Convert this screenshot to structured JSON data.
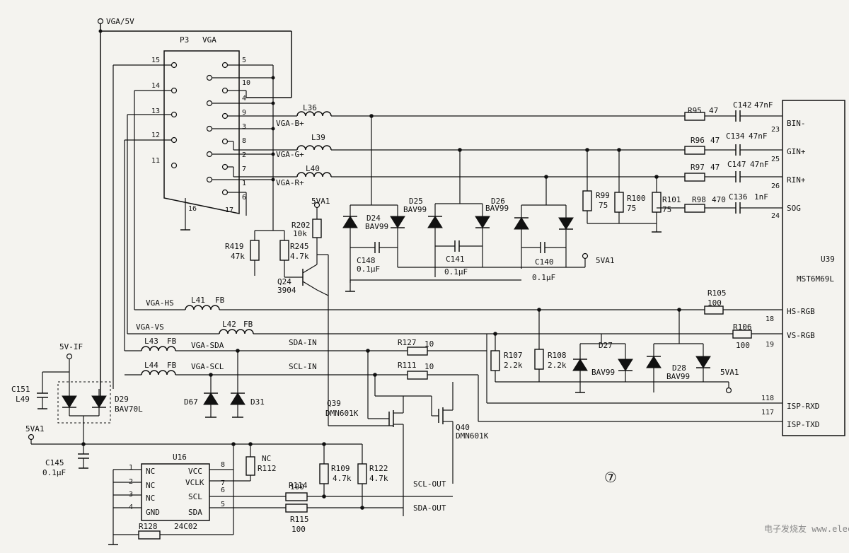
{
  "power": {
    "vga5v": "VGA/5V",
    "fiveVIF": "5V-IF",
    "fiveVA1_left": "5VA1",
    "fiveVA1_q24": "5VA1",
    "fiveVA1_mid": "5VA1",
    "fiveVA1_right": "5VA1"
  },
  "connector": {
    "ref": "P3",
    "name": "VGA",
    "pins_left": [
      "15",
      "14",
      "13",
      "12",
      "11"
    ],
    "pins_right": [
      "5",
      "10",
      "4",
      "9",
      "3",
      "8",
      "2",
      "7",
      "1",
      "6"
    ],
    "pin16": "16",
    "pin17": "17"
  },
  "nets": {
    "vga_b": "VGA-B+",
    "vga_g": "VGA-G+",
    "vga_r": "VGA-R+",
    "vga_hs": "VGA-HS",
    "vga_vs": "VGA-VS",
    "vga_sda": "VGA-SDA",
    "vga_scl": "VGA-SCL",
    "sda_in": "SDA-IN",
    "scl_in": "SCL-IN",
    "scl_out": "SCL-OUT",
    "sda_out": "SDA-OUT"
  },
  "inductors": {
    "l36": "L36",
    "l39": "L39",
    "l40": "L40",
    "l41": "L41",
    "l42": "L42",
    "l43": "L43",
    "l44": "L44",
    "fb": "FB"
  },
  "resistors": {
    "r95": "R95",
    "r95_val": "47",
    "r96": "R96",
    "r96_val": "47",
    "r97": "R97",
    "r97_val": "47",
    "r98": "R98",
    "r98_val": "470",
    "r99": "R99",
    "r99_val": "75",
    "r100": "R100",
    "r100_val": "75",
    "r101": "R101",
    "r101_val": "75",
    "r105": "R105",
    "r105_val": "100",
    "r106": "R106",
    "r106_val": "100",
    "r107": "R107",
    "r107_val": "2.2k",
    "r108": "R108",
    "r108_val": "2.2k",
    "r127": "R127",
    "r127_val": "10",
    "r111": "R111",
    "r111_val": "10",
    "r202": "R202",
    "r202_val": "10k",
    "r245": "R245",
    "r245_val": "4.7k",
    "r419": "R419",
    "r419_val": "47k",
    "r112": "R112",
    "r112_nc": "NC",
    "r109": "R109",
    "r109_val": "4.7k",
    "r122": "R122",
    "r122_val": "4.7k",
    "r114": "R114",
    "r114_val": "100",
    "r115": "R115",
    "r115_val": "100",
    "r128": "R128"
  },
  "capacitors": {
    "c142": "C142",
    "c142_val": "47nF",
    "c134": "C134",
    "c134_val": "47nF",
    "c147": "C147",
    "c147_val": "47nF",
    "c136": "C136",
    "c136_val": "1nF",
    "c148": "C148",
    "c141": "C141",
    "c140": "C140",
    "cap_01u": "0.1μF",
    "c151": "C151",
    "l49": "L49",
    "c145": "C145"
  },
  "diodes": {
    "d24": "D24",
    "d25": "D25",
    "d26": "D26",
    "d27": "D27",
    "d28": "D28",
    "bav99": "BAV99",
    "d29": "D29",
    "bav70l": "BAV70L",
    "d67": "D67",
    "d31": "D31"
  },
  "transistors": {
    "q24": "Q24",
    "q24_part": "3904",
    "q39": "Q39",
    "q40": "Q40",
    "dmn": "DMN601K"
  },
  "u39": {
    "ref": "U39",
    "part": "MST6M69L",
    "pins": [
      {
        "name": "BIN-",
        "num": "23"
      },
      {
        "name": "GIN+",
        "num": "25"
      },
      {
        "name": "RIN+",
        "num": "26"
      },
      {
        "name": "SOG",
        "num": "24"
      },
      {
        "name": "HS-RGB",
        "num": "18"
      },
      {
        "name": "VS-RGB",
        "num": "19"
      },
      {
        "name": "ISP-RXD",
        "num": "118"
      },
      {
        "name": "ISP-TXD",
        "num": "117"
      }
    ]
  },
  "u16": {
    "ref": "U16",
    "part": "24C02",
    "left_pins": [
      {
        "num": "1",
        "name": "NC"
      },
      {
        "num": "2",
        "name": "NC"
      },
      {
        "num": "3",
        "name": "NC"
      },
      {
        "num": "4",
        "name": "GND"
      }
    ],
    "right_pins": [
      {
        "num": "8",
        "name": "VCC"
      },
      {
        "num": "7",
        "name": "VCLK"
      },
      {
        "num": "6",
        "name": "SCL"
      },
      {
        "num": "5",
        "name": "SDA"
      }
    ]
  },
  "figure_number": "⑦",
  "watermark": "电子发烧友 www.elecfans.com"
}
